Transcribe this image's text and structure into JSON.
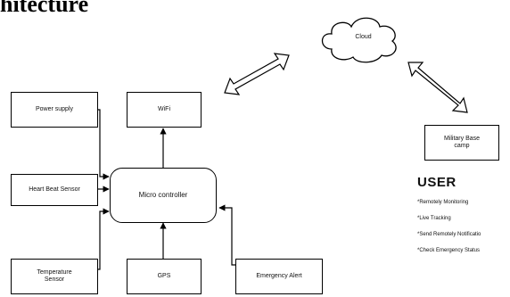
{
  "heading": "hitecture",
  "nodes": {
    "power_supply": "Power supply",
    "heart_beat": "Heart Beat Sensor",
    "temperature": "Temperature\nSensor",
    "wifi": "WiFi",
    "micro_controller": "Micro controller",
    "gps": "GPS",
    "emergency_alert": "Emergency Alert",
    "cloud": "Cloud",
    "military_base": "Military Base\ncamp"
  },
  "user": {
    "title": "USER",
    "items": [
      "*Remotely Monitoring",
      "*Live Tracking",
      "*Send Remotely Notificatio",
      "*Check Emergency Status"
    ]
  }
}
